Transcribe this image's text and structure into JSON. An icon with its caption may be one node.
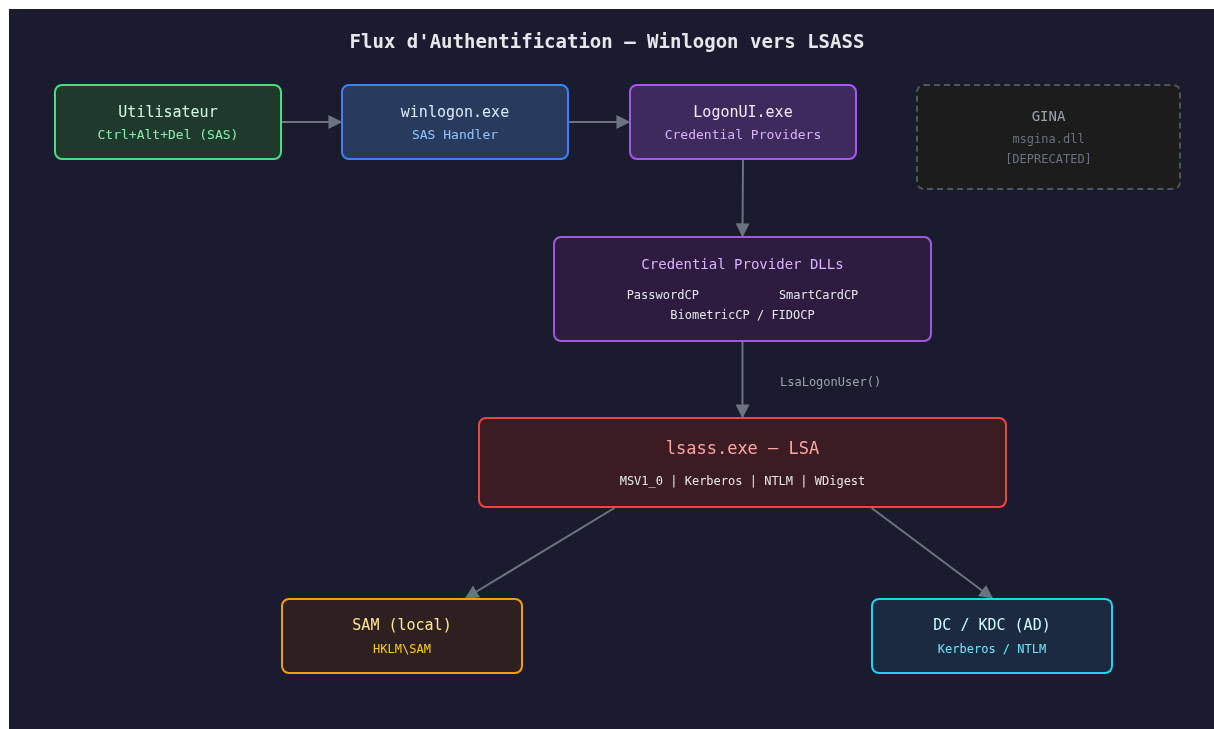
{
  "diagram": {
    "title": "Flux d'Authentification — Winlogon vers LSASS",
    "nodes": [
      {
        "text": [
          "Utilisateur",
          "Ctrl+Alt+Del (SAS)"
        ]
      },
      {
        "text": [
          "winlogon.exe",
          "SAS Handler"
        ]
      },
      {
        "text": [
          "LogonUI.exe",
          "Credential Providers"
        ]
      },
      {
        "text": [
          "GINA",
          "msgina.dll",
          "[DEPRECATED]"
        ]
      },
      {
        "text": [
          "Credential Provider DLLs",
          "PasswordCP",
          "SmartCardCP",
          "BiometricCP / FIDOCP"
        ]
      },
      {
        "text": [
          "lsass.exe — LSA",
          "MSV1_0 | Kerberos | NTLM | WDigest"
        ]
      },
      {
        "text": [
          "SAM (local)",
          "HKLM\\SAM"
        ]
      },
      {
        "text": [
          "DC / KDC (AD)",
          "Kerberos / NTLM"
        ]
      }
    ],
    "edges": [
      {
        "from": 0,
        "to": 1,
        "arrow": "to"
      },
      {
        "from": 1,
        "to": 2,
        "arrow": "to"
      },
      {
        "from": 2,
        "to": 4,
        "arrow": "to"
      },
      {
        "from": 4,
        "to": 5,
        "arrow": "to",
        "label": "LsaLogonUser()"
      },
      {
        "from": 5,
        "to": 6,
        "arrow": "to"
      },
      {
        "from": 5,
        "to": 7,
        "arrow": "to"
      }
    ]
  }
}
